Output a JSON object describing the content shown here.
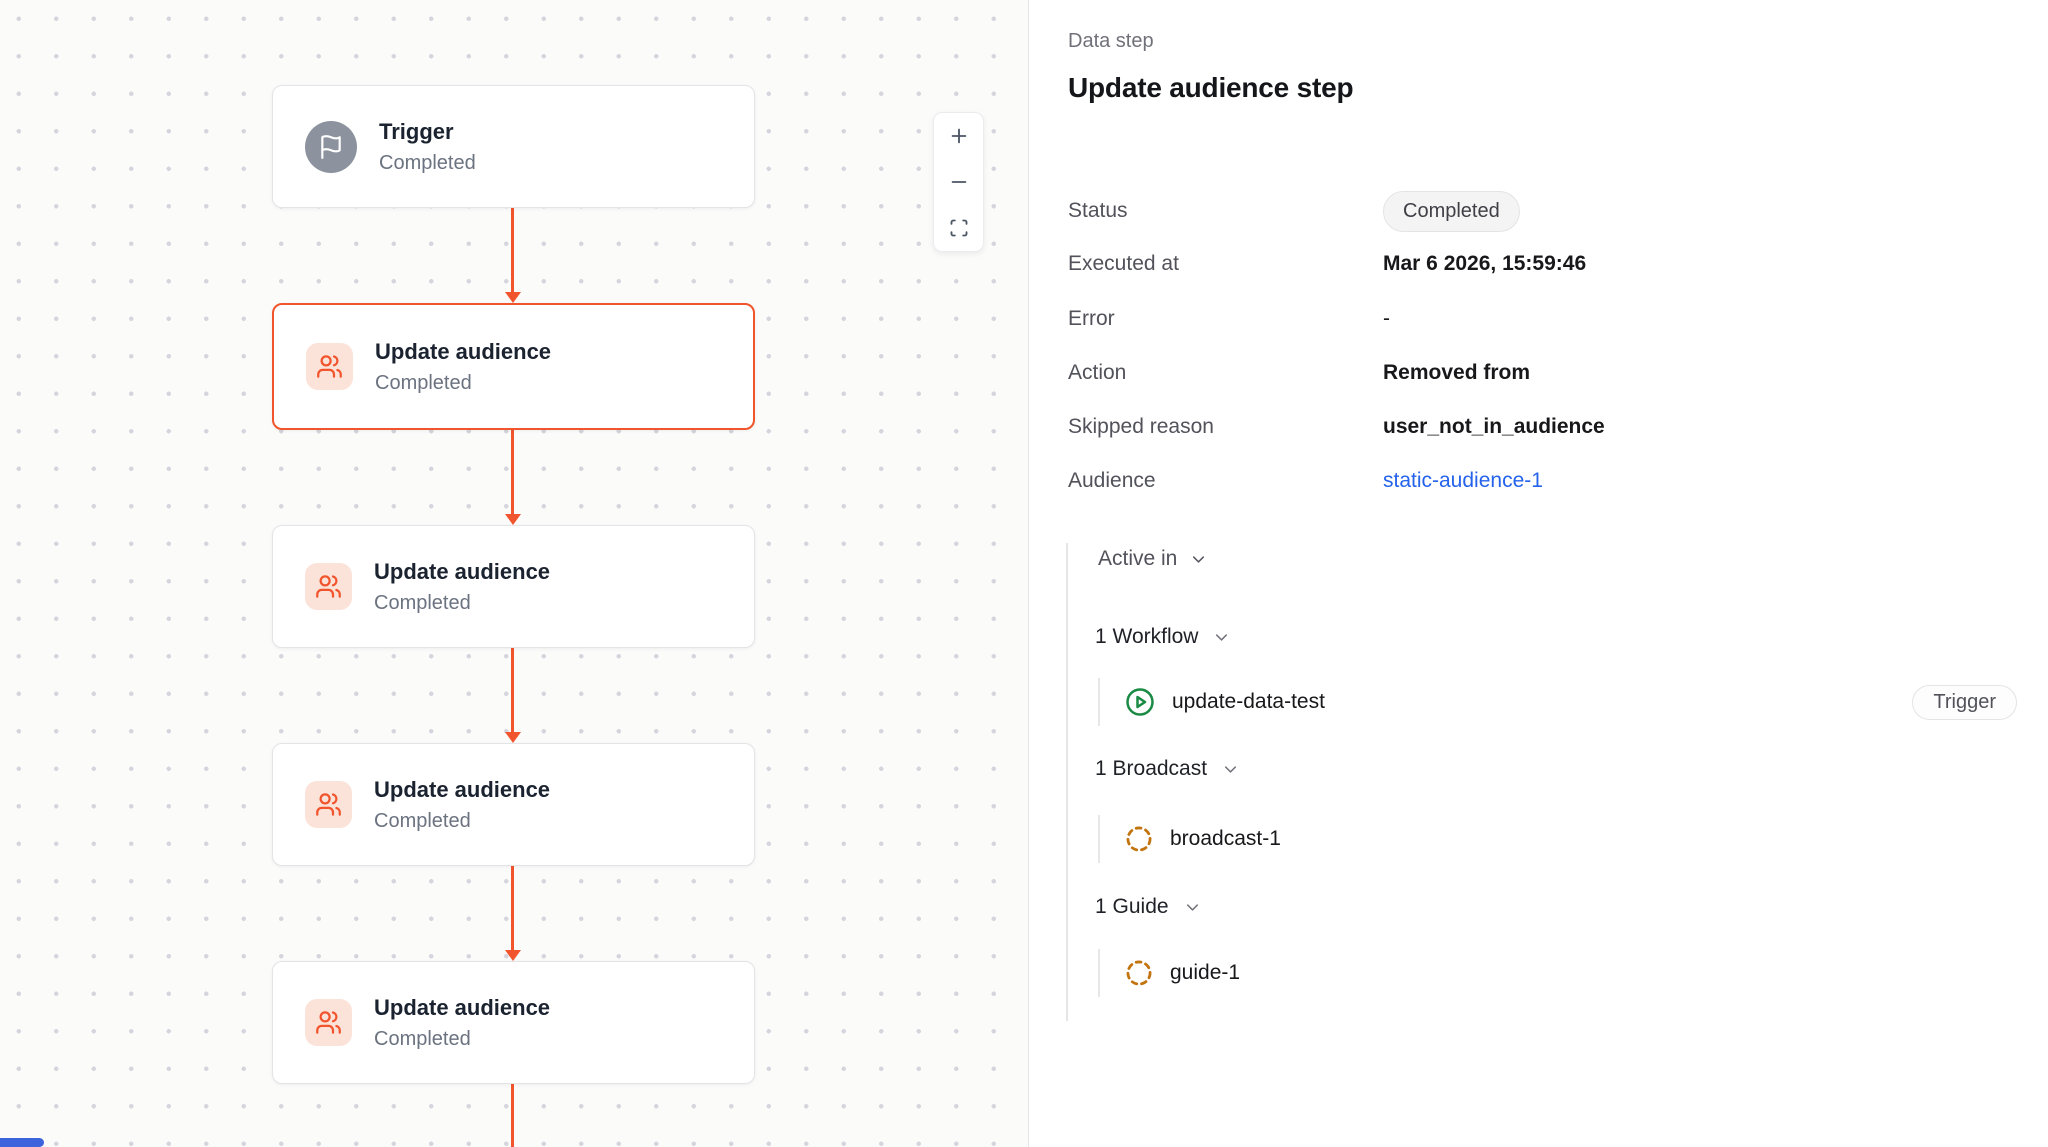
{
  "canvas": {
    "nodes": [
      {
        "title": "Trigger",
        "status": "Completed",
        "icon": "flag-icon",
        "selected": false
      },
      {
        "title": "Update audience",
        "status": "Completed",
        "icon": "users-icon",
        "selected": true
      },
      {
        "title": "Update audience",
        "status": "Completed",
        "icon": "users-icon",
        "selected": false
      },
      {
        "title": "Update audience",
        "status": "Completed",
        "icon": "users-icon",
        "selected": false
      },
      {
        "title": "Update audience",
        "status": "Completed",
        "icon": "users-icon",
        "selected": false
      }
    ],
    "zoom_controls": {
      "zoom_in": "plus-icon",
      "zoom_out": "minus-icon",
      "fit_view": "scan-icon"
    },
    "edge_color": "#F1552D"
  },
  "panel": {
    "eyebrow": "Data step",
    "title": "Update audience step",
    "fields": [
      {
        "label": "Status",
        "value": "Completed"
      },
      {
        "label": "Executed at",
        "value": "Mar 6 2026, 15:59:46"
      },
      {
        "label": "Error",
        "value": "-"
      },
      {
        "label": "Action",
        "value": "Removed from"
      },
      {
        "label": "Skipped reason",
        "value": "user_not_in_audience"
      },
      {
        "label": "Audience",
        "value": "static-audience-1"
      }
    ],
    "active_in": {
      "label": "Active in",
      "groups": [
        {
          "label": "1 Workflow",
          "items": [
            {
              "name": "update-data-test",
              "icon": "play-circle-icon",
              "badge": "Trigger"
            }
          ]
        },
        {
          "label": "1 Broadcast",
          "items": [
            {
              "name": "broadcast-1",
              "icon": "dashed-circle-icon"
            }
          ]
        },
        {
          "label": "1 Guide",
          "items": [
            {
              "name": "guide-1",
              "icon": "dashed-circle-icon"
            }
          ]
        }
      ]
    }
  },
  "colors": {
    "accent": "#F1552D",
    "link": "#2563EB",
    "workflow_green": "#1A8A44",
    "broadcast_amber": "#C2740F"
  }
}
